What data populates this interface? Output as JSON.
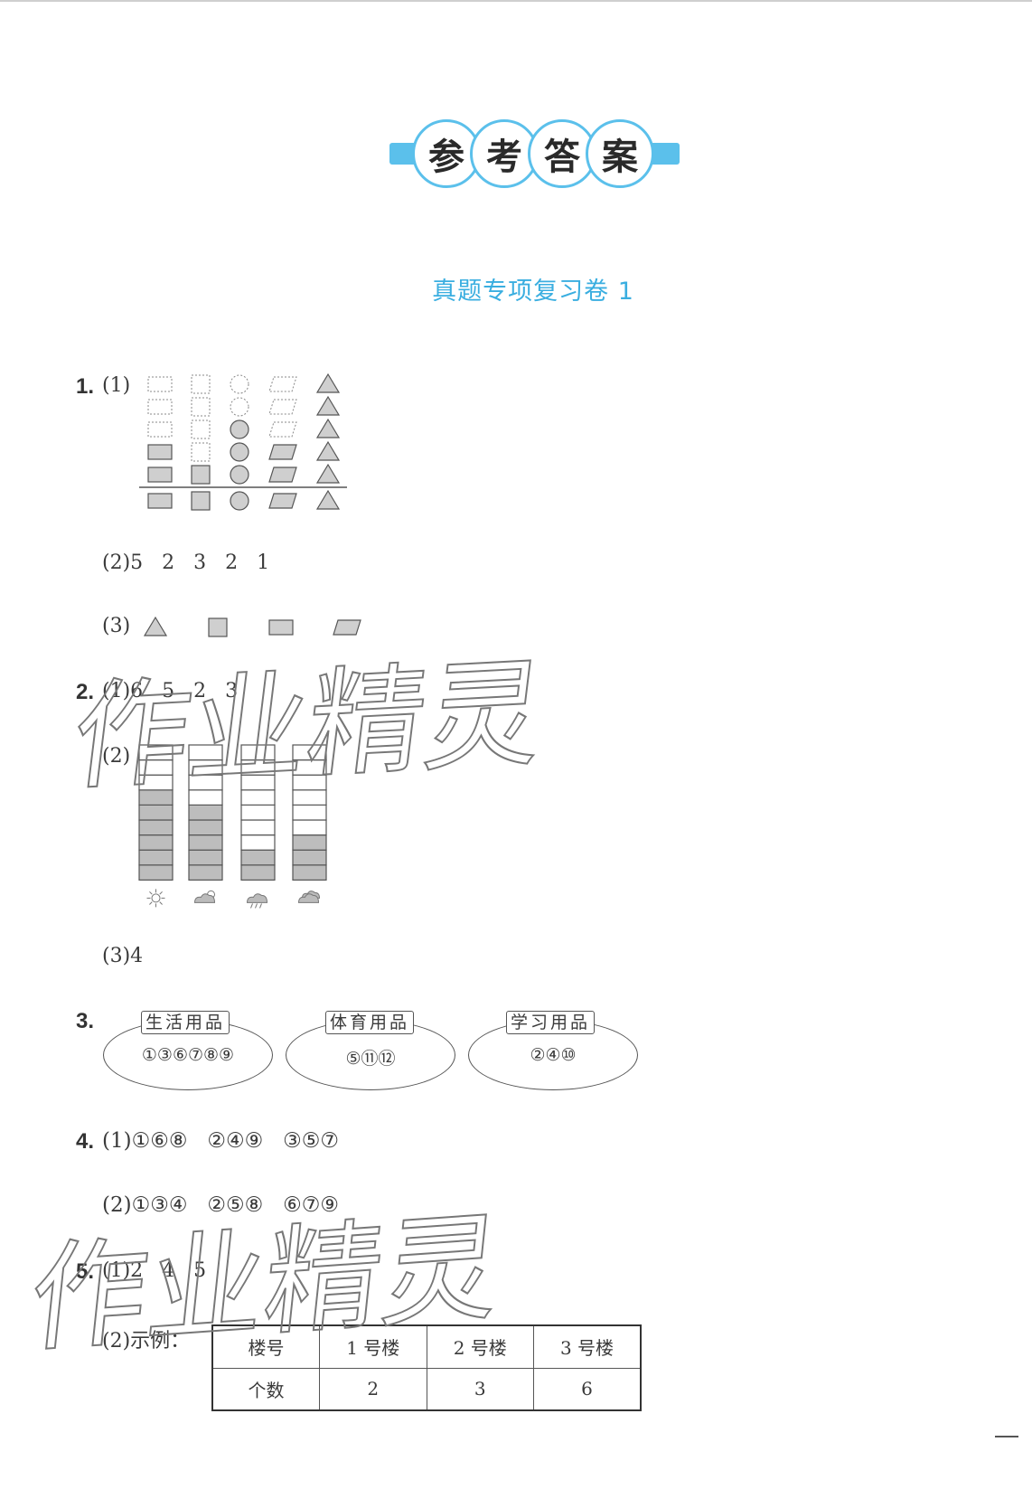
{
  "header": {
    "title_chars": [
      "参",
      "考",
      "答",
      "案"
    ],
    "subtitle": "真题专项复习卷 1",
    "accent_color": "#5bc0eb"
  },
  "q1": {
    "number": "1.",
    "p1_label": "(1)",
    "shape_columns": [
      {
        "shape": "rectangle",
        "filled": 3,
        "total": 6
      },
      {
        "shape": "square",
        "filled": 2,
        "total": 6
      },
      {
        "shape": "circle",
        "filled": 4,
        "total": 6
      },
      {
        "shape": "parallelogram",
        "filled": 3,
        "total": 6
      },
      {
        "shape": "triangle",
        "filled": 6,
        "total": 6
      }
    ],
    "p2": "(2)5   2   3   2   1",
    "p3_label": "(3)",
    "p3_shapes": [
      "triangle",
      "square",
      "rectangle",
      "parallelogram"
    ]
  },
  "q2": {
    "number": "2.",
    "p1": "(1)6   5   2   3",
    "p2_label": "(2)",
    "bars": [
      {
        "weather": "sunny-icon",
        "value": 6
      },
      {
        "weather": "partly-cloudy-icon",
        "value": 5
      },
      {
        "weather": "rain-icon",
        "value": 2
      },
      {
        "weather": "cloudy-icon",
        "value": 3
      }
    ],
    "bar_max": 9,
    "p3": "(3)4"
  },
  "q3": {
    "number": "3.",
    "groups": [
      {
        "label": "生活用品",
        "items": "①③⑥⑦⑧⑨"
      },
      {
        "label": "体育用品",
        "items": "⑤⑪⑫"
      },
      {
        "label": "学习用品",
        "items": "②④⑩"
      }
    ]
  },
  "q4": {
    "number": "4.",
    "p1": "(1)①⑥⑧   ②④⑨   ③⑤⑦",
    "p2": "(2)①③④   ②⑤⑧   ⑥⑦⑨"
  },
  "q5": {
    "number": "5.",
    "p1": "(1)2   4   5",
    "p2_label": "(2)示例：",
    "table": {
      "header": [
        "楼号",
        "1 号楼",
        "2 号楼",
        "3 号楼"
      ],
      "row": [
        "个数",
        "2",
        "3",
        "6"
      ]
    }
  },
  "watermark": "作业精灵"
}
